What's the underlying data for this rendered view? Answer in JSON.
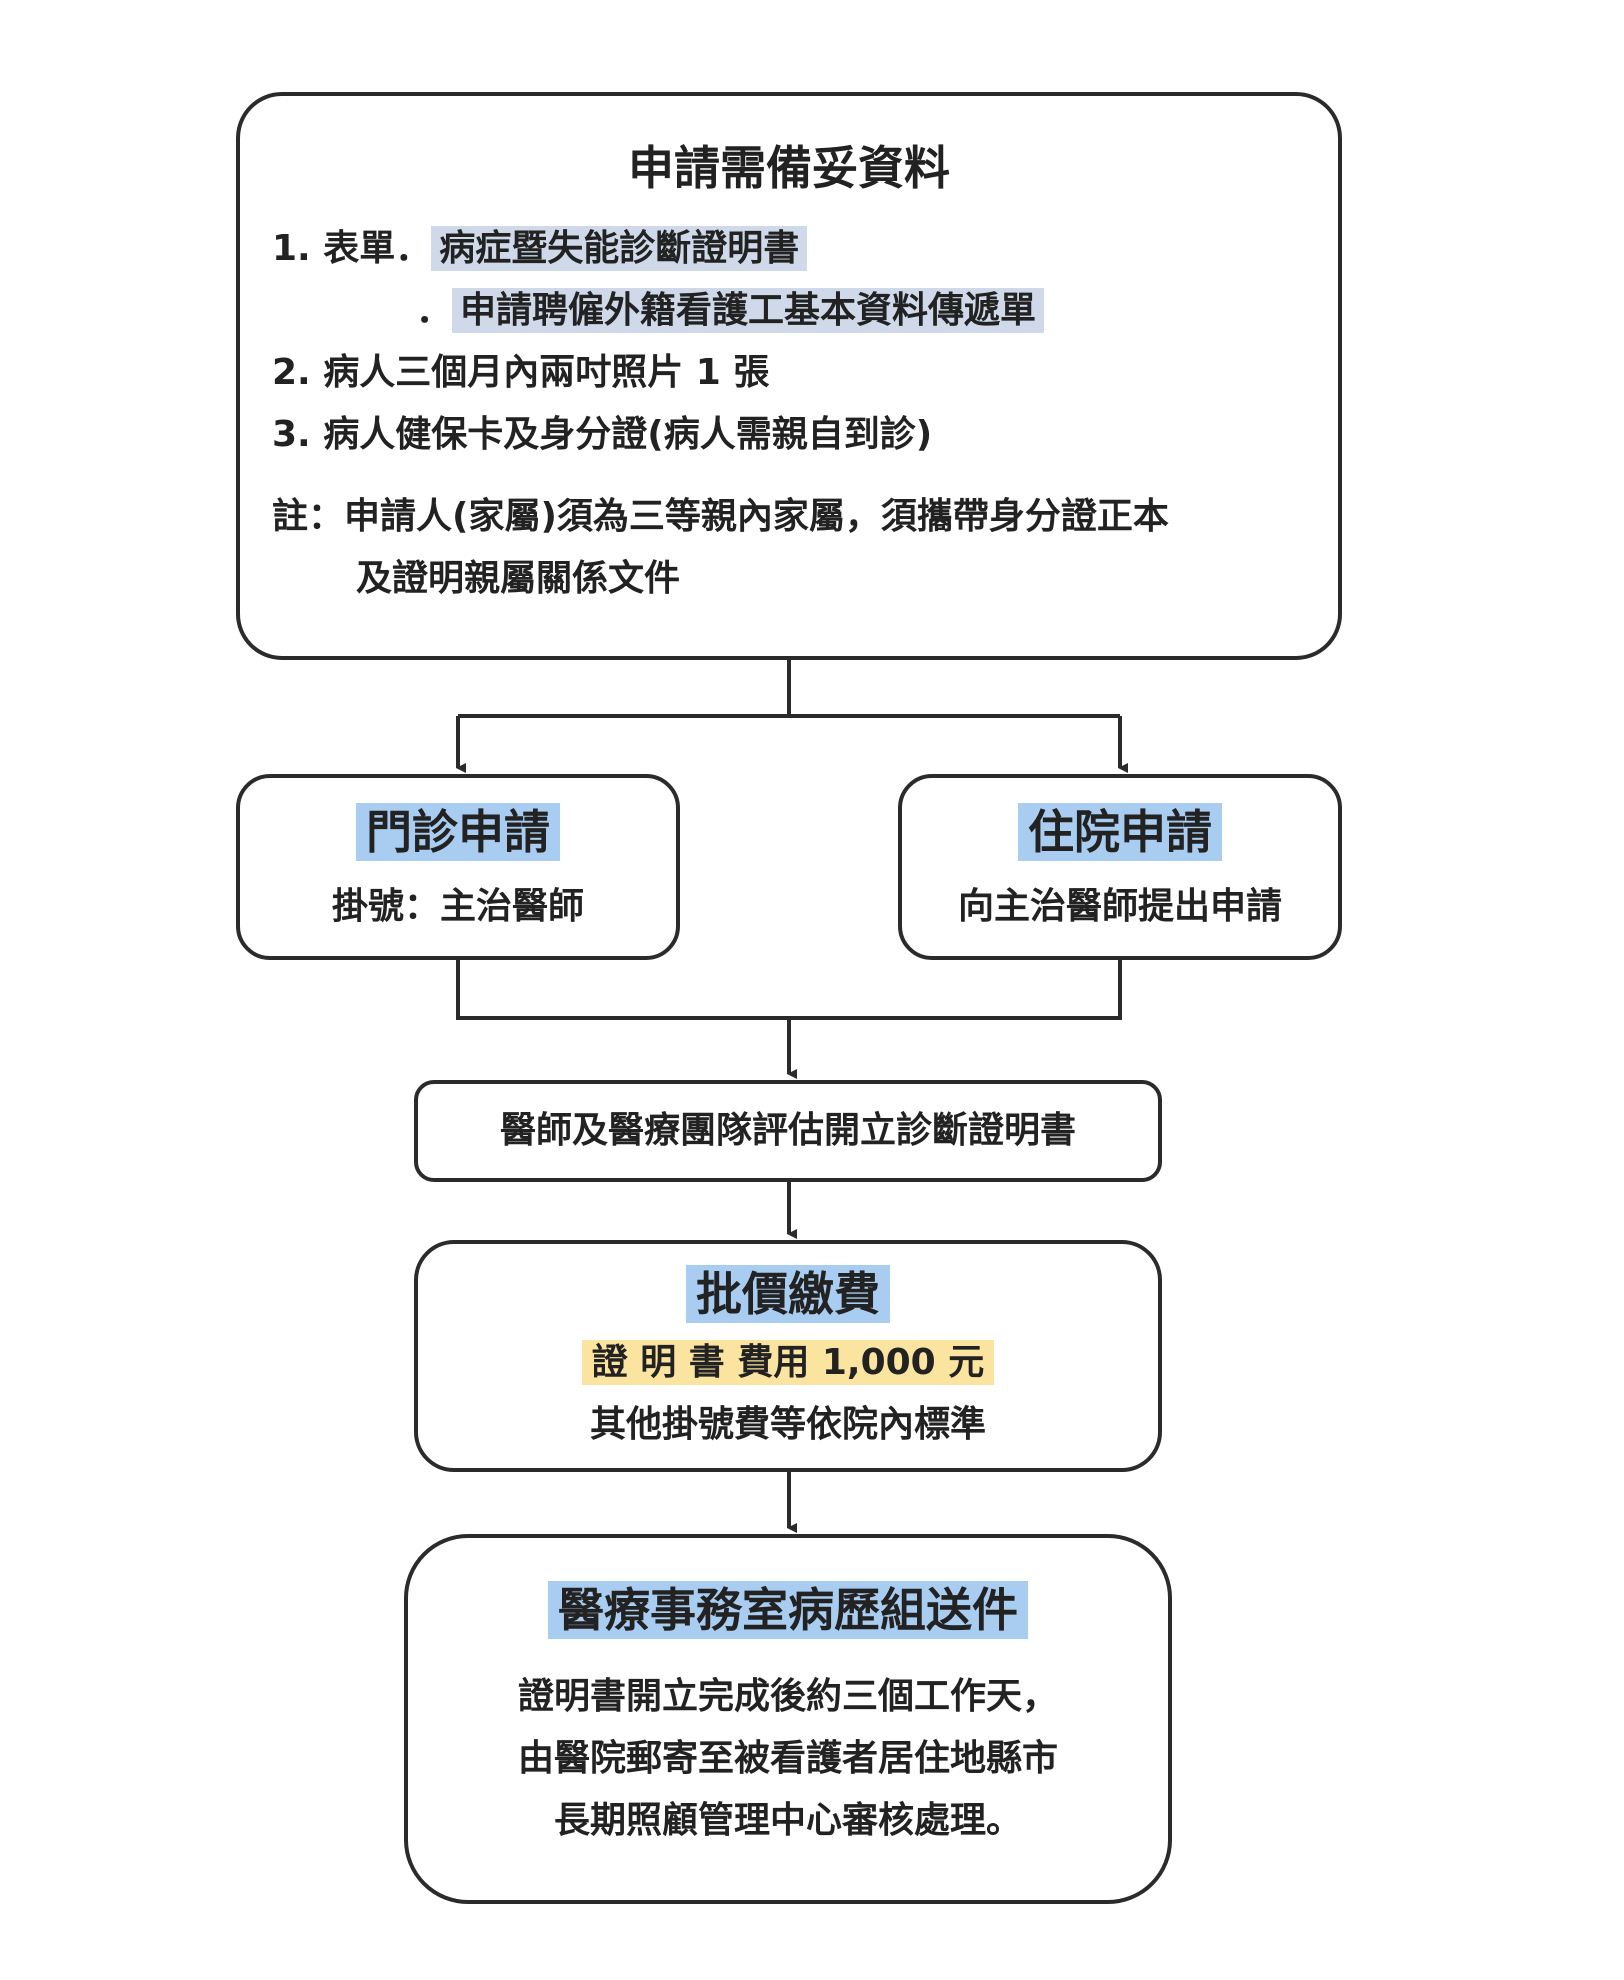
{
  "prep": {
    "title": "申請需備妥資料",
    "item1_prefix": "1. 表單．",
    "item1_hl": "病症暨失能診斷證明書",
    "item1b_prefix": "．",
    "item1b_hl": "申請聘僱外籍看護工基本資料傳遞單",
    "item2": "2. 病人三個月內兩吋照片 1 張",
    "item3": "3. 病人健保卡及身分證(病人需親自到診)",
    "note_label": "註：",
    "note_line1": "申請人(家屬)須為三等親內家屬，須攜帶身分證正本",
    "note_line2": "及證明親屬關係文件"
  },
  "outpatient": {
    "title": "門診申請",
    "desc": "掛號：主治醫師"
  },
  "inpatient": {
    "title": "住院申請",
    "desc": "向主治醫師提出申請"
  },
  "assess": {
    "text": "醫師及醫療團隊評估開立診斷證明書"
  },
  "payment": {
    "title": "批價繳費",
    "fee": "證 明 書 費用 1,000 元",
    "other": "其他掛號費等依院內標準"
  },
  "delivery": {
    "title": "醫療事務室病歷組送件",
    "line1": "證明書開立完成後約三個工作天，",
    "line2": "由醫院郵寄至被看護者居住地縣市",
    "line3": "長期照顧管理中心審核處理。"
  },
  "colors": {
    "border": "#2b2b2b",
    "highlight_gray": "#cfd9ea",
    "highlight_blue": "#a9ccf1",
    "highlight_yellow": "#fbe3a0"
  }
}
